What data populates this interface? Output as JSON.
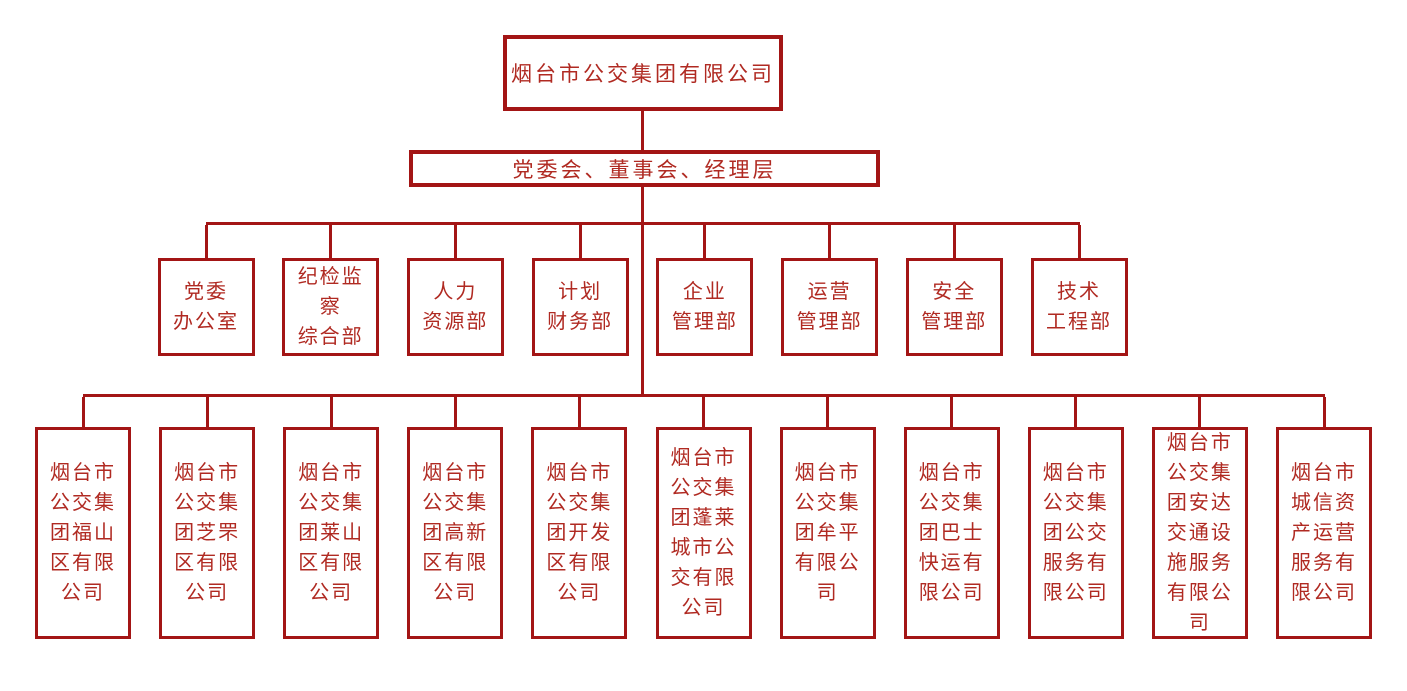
{
  "colors": {
    "box_border": "#a31515",
    "connector_line": "#a31515",
    "text": "#b02a22",
    "background": "#ffffff"
  },
  "org_chart": {
    "root": {
      "label": "烟台市公交集团有限公司"
    },
    "governance": {
      "label": "党委会、董事会、经理层"
    },
    "departments": [
      {
        "label": "党委\n办公室"
      },
      {
        "label": "纪检监\n察\n综合部"
      },
      {
        "label": "人力\n资源部"
      },
      {
        "label": "计划\n财务部"
      },
      {
        "label": "企业\n管理部"
      },
      {
        "label": "运营\n管理部"
      },
      {
        "label": "安全\n管理部"
      },
      {
        "label": "技术\n工程部"
      }
    ],
    "subsidiaries": [
      {
        "label": "烟台市\n公交集\n团福山\n区有限\n公司"
      },
      {
        "label": "烟台市\n公交集\n团芝罘\n区有限\n公司"
      },
      {
        "label": "烟台市\n公交集\n团莱山\n区有限\n公司"
      },
      {
        "label": "烟台市\n公交集\n团高新\n区有限\n公司"
      },
      {
        "label": "烟台市\n公交集\n团开发\n区有限\n公司"
      },
      {
        "label": "烟台市\n公交集\n团蓬莱\n城市公\n交有限\n公司"
      },
      {
        "label": "烟台市\n公交集\n团牟平\n有限公\n司"
      },
      {
        "label": "烟台市\n公交集\n团巴士\n快运有\n限公司"
      },
      {
        "label": "烟台市\n公交集\n团公交\n服务有\n限公司"
      },
      {
        "label": "烟台市\n公交集\n团安达\n交通设\n施服务\n有限公\n司"
      },
      {
        "label": "烟台市\n城信资\n产运营\n服务有\n限公司"
      }
    ]
  }
}
